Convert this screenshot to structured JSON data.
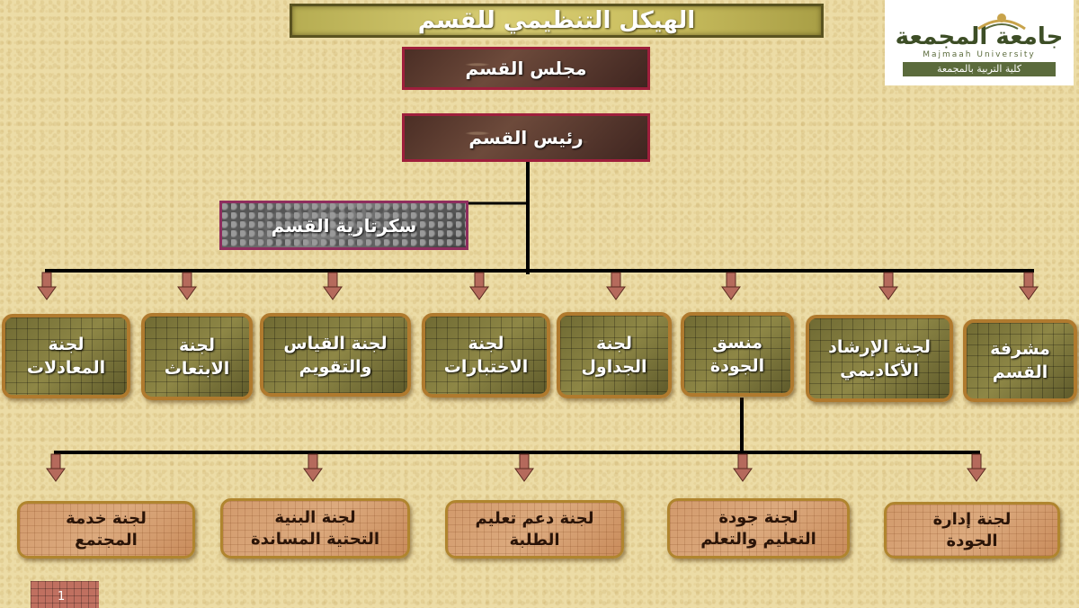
{
  "title": "الهيكل التنظيمي للقسم",
  "logo": {
    "name_ar": "جامعة المجمعة",
    "name_en": "Majmaah University",
    "college": "كلية التربية بالمجمعة"
  },
  "top": {
    "council": "مجلس القسم",
    "head": "رئيس القسم",
    "secretariat": "سكرتارية القسم"
  },
  "row1": [
    {
      "line1": "مشرفة",
      "line2": "القسم"
    },
    {
      "line1": "لجنة الإرشاد",
      "line2": "الأكاديمي"
    },
    {
      "line1": "منسق",
      "line2": "الجودة"
    },
    {
      "line1": "لجنة",
      "line2": "الجداول"
    },
    {
      "line1": "لجنة",
      "line2": "الاختبارات"
    },
    {
      "line1": "لجنة القياس",
      "line2": "والتقويم"
    },
    {
      "line1": "لجنة",
      "line2": "الابتعاث"
    },
    {
      "line1": "لجنة",
      "line2": "المعادلات"
    }
  ],
  "row2": [
    {
      "line1": "لجنة إدارة",
      "line2": "الجودة"
    },
    {
      "line1": "لجنة جودة",
      "line2": "التعليم والتعلم"
    },
    {
      "line1": "لجنة دعم تعليم",
      "line2": "الطلبة"
    },
    {
      "line1": "لجنة البنية",
      "line2": "التحتية المساندة"
    },
    {
      "line1": "لجنة خدمة",
      "line2": "المجتمع"
    }
  ],
  "page_number": "1",
  "colors": {
    "background": "#ecdca6",
    "connector": "#000000",
    "arrow": "#b56a5c"
  }
}
